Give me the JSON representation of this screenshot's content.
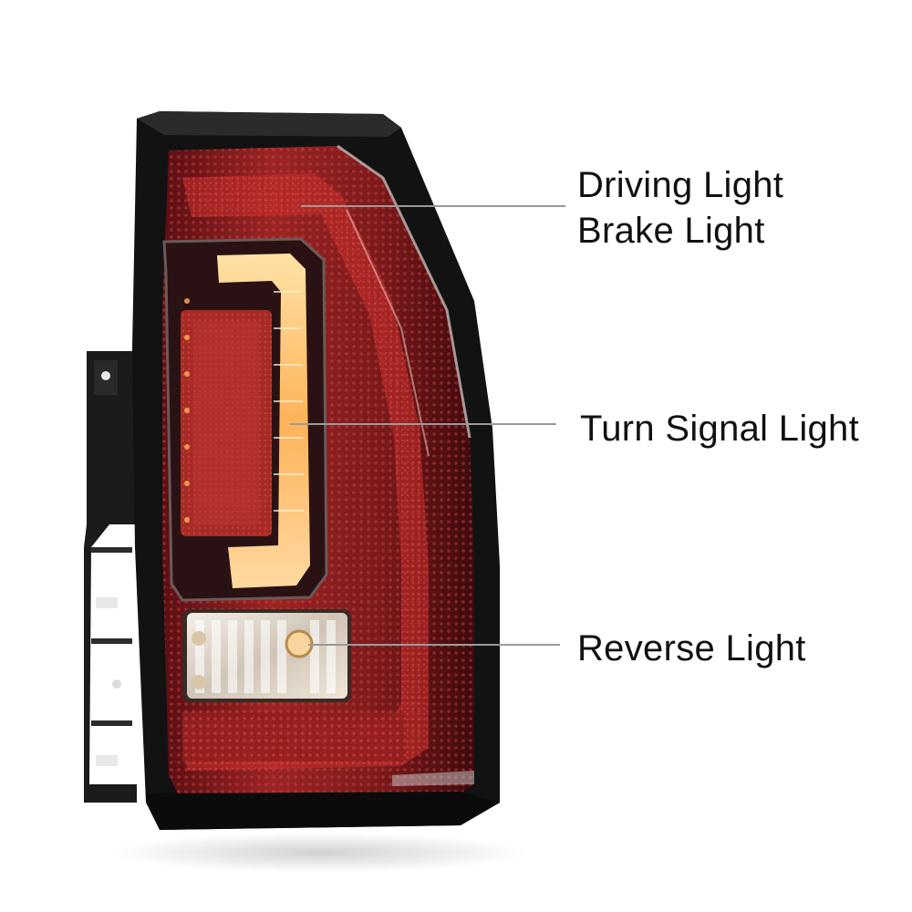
{
  "image": {
    "subject": "Tail Light Assembly",
    "background_color": "#ffffff"
  },
  "callouts": [
    {
      "id": "driving-brake",
      "lines": [
        "Driving Light",
        "Brake Light"
      ]
    },
    {
      "id": "turn-signal",
      "lines": [
        "Turn Signal Light"
      ]
    },
    {
      "id": "reverse",
      "lines": [
        "Reverse Light"
      ]
    }
  ],
  "colors": {
    "housing": "#141414",
    "lens_red": "#8e1f1f",
    "lens_dark_red": "#4a0d10",
    "led_amber": "#ffb35a",
    "reverse_clear": "#e9e1d6",
    "callout_line": "#9a9a9a",
    "text": "#111111"
  }
}
